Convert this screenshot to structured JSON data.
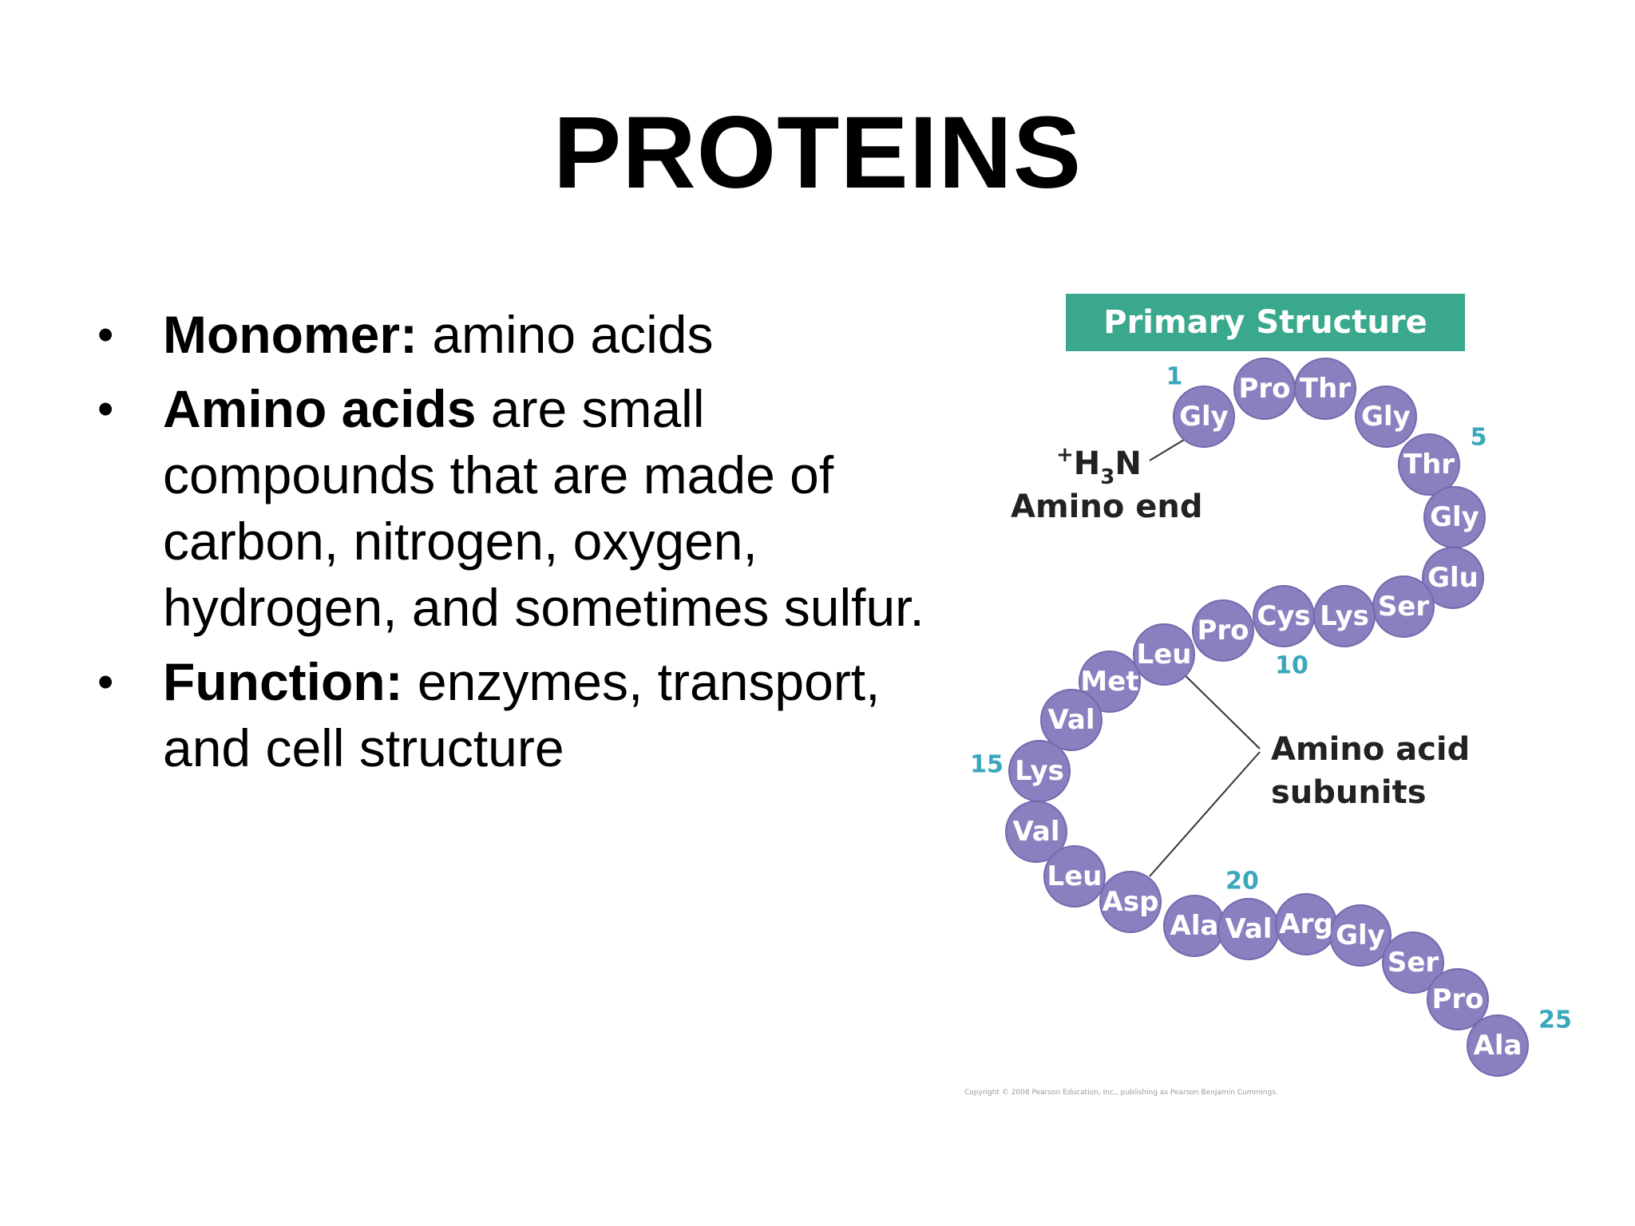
{
  "slide": {
    "title": "PROTEINS",
    "bullets": [
      {
        "bold": "Monomer:",
        "text": " amino acids"
      },
      {
        "bold": "Amino acids",
        "text": " are small compounds that are made of carbon, nitrogen, oxygen, hydrogen, and sometimes sulfur."
      },
      {
        "bold": "Function:",
        "text": " enzymes, transport, and cell structure"
      }
    ]
  },
  "diagram": {
    "banner": "Primary Structure",
    "amino_end_label": "Amino end",
    "amino_end_formula": {
      "charge": "+",
      "h": "H",
      "sub": "3",
      "n": "N"
    },
    "subunits_label": [
      "Amino acid",
      "subunits"
    ],
    "chain": [
      "Gly",
      "Pro",
      "Thr",
      "Gly",
      "Thr",
      "Gly",
      "Glu",
      "Ser",
      "Lys",
      "Cys",
      "Pro",
      "Leu",
      "Met",
      "Val",
      "Lys",
      "Val",
      "Leu",
      "Asp",
      "Ala",
      "Val",
      "Arg",
      "Gly",
      "Ser",
      "Pro",
      "Ala"
    ],
    "position_numbers": [
      "1",
      "5",
      "10",
      "15",
      "20",
      "25"
    ],
    "copyright": "Copyright © 2008 Pearson Education, Inc., publishing as Pearson Benjamin Cummings.",
    "colors": {
      "bead": "#8a80c0",
      "bead_edge": "#7369ad",
      "banner": "#3aa88c",
      "number": "#3aa7bd"
    }
  }
}
